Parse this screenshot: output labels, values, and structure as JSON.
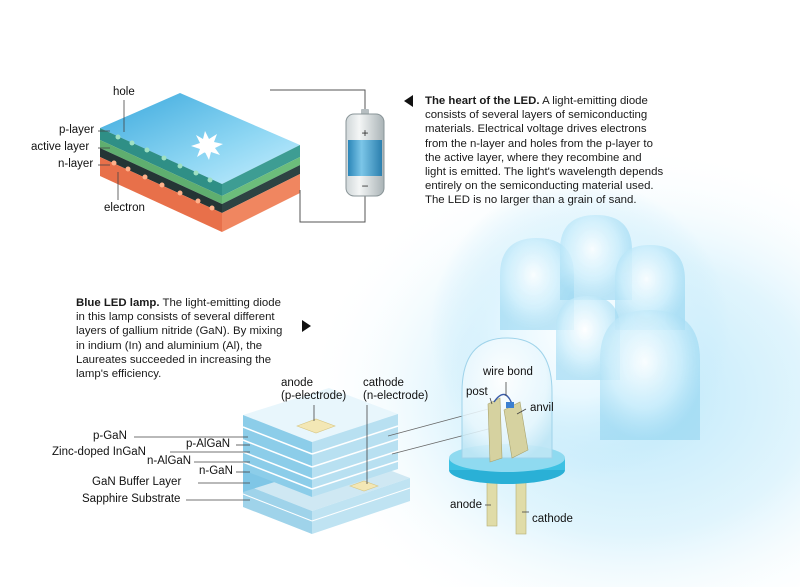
{
  "top_diagram": {
    "labels": {
      "hole": "hole",
      "p_layer": "p-layer",
      "active_layer": "active layer",
      "n_layer": "n-layer",
      "electron": "electron"
    },
    "battery": {
      "plus": "+",
      "minus": "−"
    }
  },
  "heart_text": {
    "title": "The heart of the LED.",
    "body": "A light-emitting diode consists of several layers of semiconducting materials. Electrical voltage drives electrons from the n-layer and holes from the p-layer to the active layer, where they recombine and light is emitted. The light's wavelength depends entirely on the semiconducting material used. The LED is no larger than a grain of sand."
  },
  "blue_text": {
    "title": "Blue LED lamp.",
    "body": "The light-emitting diode in this lamp consists of several different layers of gallium nitride (GaN). By mixing in indium (In) and aluminium (Al), the Laureates succeeded in increasing the lamp's efficiency."
  },
  "chip": {
    "anode_line1": "anode",
    "anode_line2": "(p-electrode)",
    "cathode_line1": "cathode",
    "cathode_line2": "(n-electrode)",
    "layers": {
      "p_gan": "p-GaN",
      "p_algan": "p-AlGaN",
      "zinc_ingan": "Zinc-doped InGaN",
      "n_algan": "n-AlGaN",
      "n_gan": "n-GaN",
      "buffer": "GaN Buffer Layer",
      "sapphire": "Sapphire Substrate"
    }
  },
  "lamp": {
    "wire_bond": "wire bond",
    "post": "post",
    "anvil": "anvil",
    "anode": "anode",
    "cathode": "cathode"
  },
  "colors": {
    "surface_blue": "#7fd0f0",
    "p_layer_teal": "#2f8f86",
    "active_layer_green": "#5fae6f",
    "n_layer_dark": "#243535",
    "substrate_orange": "#e8704a",
    "glow_blue": "#cdeefa",
    "battery_blue": "#4aa6cf"
  }
}
